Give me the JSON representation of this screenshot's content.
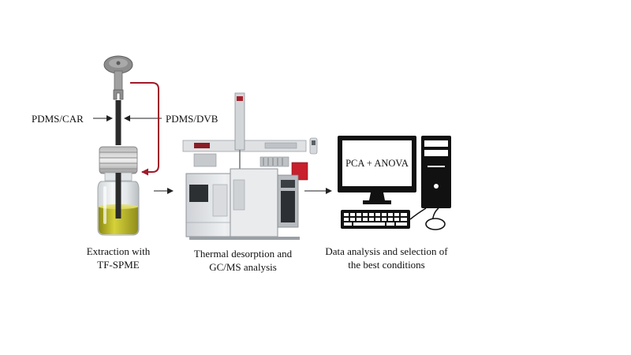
{
  "labels": {
    "fiber_left": "PDMS/CAR",
    "fiber_right": "PDMS/DVB",
    "screen": "PCA + ANOVA"
  },
  "steps": [
    {
      "line1": "Extraction with",
      "line2": "TF-SPME"
    },
    {
      "line1": "Thermal desorption and",
      "line2": "GC/MS analysis"
    },
    {
      "line1": "Data analysis and selection of",
      "line2": "the best conditions"
    }
  ],
  "colors": {
    "return_arrow": "#a01b2a",
    "oil_sample": "#b9b62a",
    "instrument_red": "#c8202c"
  }
}
